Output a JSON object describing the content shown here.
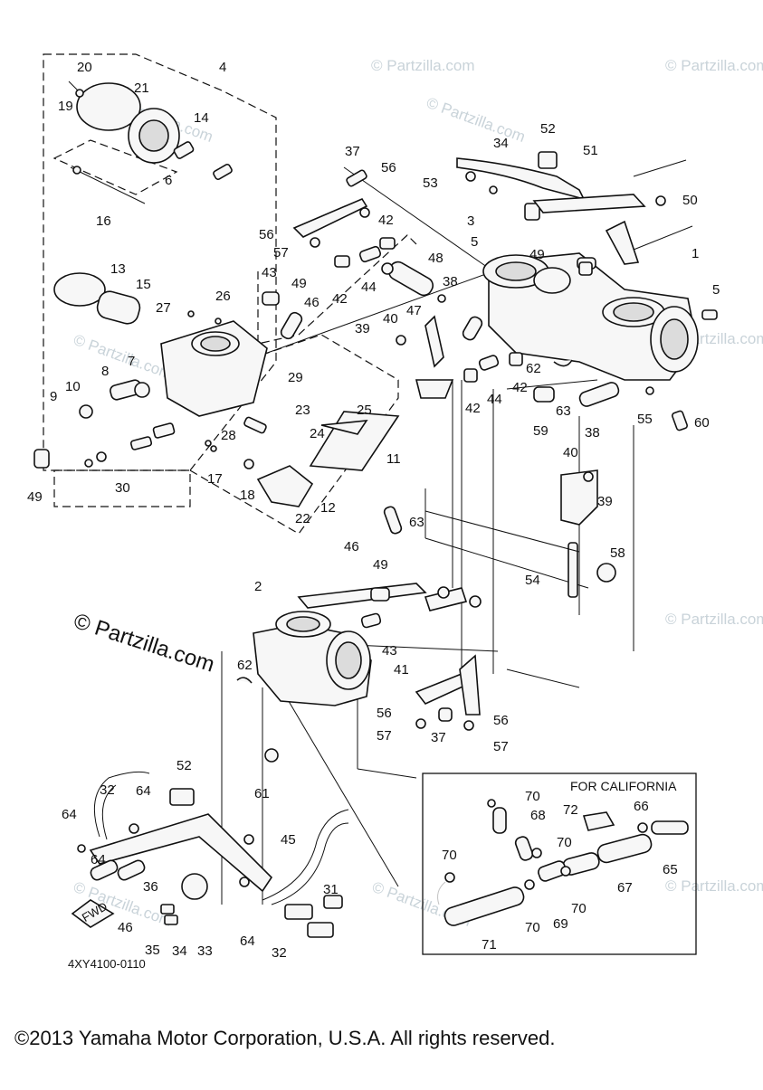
{
  "watermark": "© Partzilla.com",
  "watermark_main": "© Partzilla.com",
  "california_label": "FOR CALIFORNIA",
  "diagram_code": "4XY4100-0110",
  "fwd_label": "FWD",
  "copyright": "©2013 Yamaha Motor Corporation, U.S.A. All rights reserved.",
  "callouts": [
    {
      "id": "c20",
      "label": "20"
    },
    {
      "id": "c21",
      "label": "21"
    },
    {
      "id": "c19",
      "label": "19"
    },
    {
      "id": "c4",
      "label": "4"
    },
    {
      "id": "c14",
      "label": "14"
    },
    {
      "id": "c6",
      "label": "6"
    },
    {
      "id": "c16",
      "label": "16"
    },
    {
      "id": "c13",
      "label": "13"
    },
    {
      "id": "c15",
      "label": "15"
    },
    {
      "id": "c27",
      "label": "27"
    },
    {
      "id": "c26",
      "label": "26"
    },
    {
      "id": "c8",
      "label": "8"
    },
    {
      "id": "c7",
      "label": "7"
    },
    {
      "id": "c9",
      "label": "9"
    },
    {
      "id": "c10",
      "label": "10"
    },
    {
      "id": "c29",
      "label": "29"
    },
    {
      "id": "c23",
      "label": "23"
    },
    {
      "id": "c24",
      "label": "24"
    },
    {
      "id": "c25",
      "label": "25"
    },
    {
      "id": "c28",
      "label": "28"
    },
    {
      "id": "c17",
      "label": "17"
    },
    {
      "id": "c18",
      "label": "18"
    },
    {
      "id": "c30",
      "label": "30"
    },
    {
      "id": "c11",
      "label": "11"
    },
    {
      "id": "c12",
      "label": "12"
    },
    {
      "id": "c22",
      "label": "22"
    },
    {
      "id": "c63a",
      "label": "63"
    },
    {
      "id": "c49a",
      "label": "49"
    },
    {
      "id": "c37a",
      "label": "37"
    },
    {
      "id": "c56a",
      "label": "56"
    },
    {
      "id": "c56b",
      "label": "56"
    },
    {
      "id": "c57a",
      "label": "57"
    },
    {
      "id": "c42a",
      "label": "42"
    },
    {
      "id": "c43a",
      "label": "43"
    },
    {
      "id": "c49b",
      "label": "49"
    },
    {
      "id": "c46a",
      "label": "46"
    },
    {
      "id": "c42b",
      "label": "42"
    },
    {
      "id": "c44a",
      "label": "44"
    },
    {
      "id": "c48",
      "label": "48"
    },
    {
      "id": "c47",
      "label": "47"
    },
    {
      "id": "c38a",
      "label": "38"
    },
    {
      "id": "c39a",
      "label": "39"
    },
    {
      "id": "c40a",
      "label": "40"
    },
    {
      "id": "c52a",
      "label": "52"
    },
    {
      "id": "c34a",
      "label": "34"
    },
    {
      "id": "c51",
      "label": "51"
    },
    {
      "id": "c53",
      "label": "53"
    },
    {
      "id": "c50",
      "label": "50"
    },
    {
      "id": "c3",
      "label": "3"
    },
    {
      "id": "c5a",
      "label": "5"
    },
    {
      "id": "c49c",
      "label": "49"
    },
    {
      "id": "c1",
      "label": "1"
    },
    {
      "id": "c5b",
      "label": "5"
    },
    {
      "id": "c62a",
      "label": "62"
    },
    {
      "id": "c42c",
      "label": "42"
    },
    {
      "id": "c44b",
      "label": "44"
    },
    {
      "id": "c42d",
      "label": "42"
    },
    {
      "id": "c63b",
      "label": "63"
    },
    {
      "id": "c59",
      "label": "59"
    },
    {
      "id": "c38b",
      "label": "38"
    },
    {
      "id": "c55",
      "label": "55"
    },
    {
      "id": "c60",
      "label": "60"
    },
    {
      "id": "c40b",
      "label": "40"
    },
    {
      "id": "c39b",
      "label": "39"
    },
    {
      "id": "c58",
      "label": "58"
    },
    {
      "id": "c54",
      "label": "54"
    },
    {
      "id": "c46b",
      "label": "46"
    },
    {
      "id": "c49d",
      "label": "49"
    },
    {
      "id": "c2",
      "label": "2"
    },
    {
      "id": "c43b",
      "label": "43"
    },
    {
      "id": "c41",
      "label": "41"
    },
    {
      "id": "c62b",
      "label": "62"
    },
    {
      "id": "c56c",
      "label": "56"
    },
    {
      "id": "c57b",
      "label": "57"
    },
    {
      "id": "c37b",
      "label": "37"
    },
    {
      "id": "c56d",
      "label": "56"
    },
    {
      "id": "c57c",
      "label": "57"
    },
    {
      "id": "c61",
      "label": "61"
    },
    {
      "id": "c52b",
      "label": "52"
    },
    {
      "id": "c32a",
      "label": "32"
    },
    {
      "id": "c64a",
      "label": "64"
    },
    {
      "id": "c64b",
      "label": "64"
    },
    {
      "id": "c64c",
      "label": "64"
    },
    {
      "id": "c45",
      "label": "45"
    },
    {
      "id": "c36",
      "label": "36"
    },
    {
      "id": "c46c",
      "label": "46"
    },
    {
      "id": "c35",
      "label": "35"
    },
    {
      "id": "c34b",
      "label": "34"
    },
    {
      "id": "c33",
      "label": "33"
    },
    {
      "id": "c64d",
      "label": "64"
    },
    {
      "id": "c32b",
      "label": "32"
    },
    {
      "id": "c31",
      "label": "31"
    },
    {
      "id": "c70a",
      "label": "70"
    },
    {
      "id": "c68",
      "label": "68"
    },
    {
      "id": "c72",
      "label": "72"
    },
    {
      "id": "c66",
      "label": "66"
    },
    {
      "id": "c70b",
      "label": "70"
    },
    {
      "id": "c70c",
      "label": "70"
    },
    {
      "id": "c67",
      "label": "67"
    },
    {
      "id": "c65",
      "label": "65"
    },
    {
      "id": "c69",
      "label": "69"
    },
    {
      "id": "c70d",
      "label": "70"
    },
    {
      "id": "c70e",
      "label": "70"
    },
    {
      "id": "c71",
      "label": "71"
    }
  ]
}
